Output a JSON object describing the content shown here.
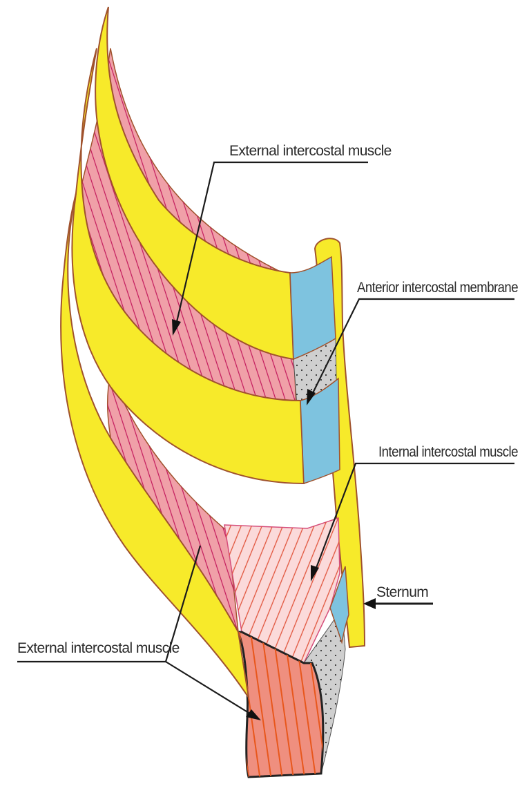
{
  "labels": {
    "external_intercostal_upper": "External intercostal muscle",
    "anterior_intercostal_membrane": "Anterior intercostal membrane",
    "internal_intercostal": "Internal intercostal muscle",
    "sternum": "Sternum",
    "external_intercostal_lower": "External intercostal muscle"
  },
  "colors": {
    "rib": "#f7ea2a",
    "rib_outline": "#a0522d",
    "cartilage": "#7ec3df",
    "external_muscle": "#f0a0a8",
    "external_fibers": "#c2185b",
    "internal_muscle": "#fbdada",
    "internal_fibers": "#e0533a",
    "membrane": "#cfcfcf",
    "lower_external_muscle": "#ef8f7f"
  }
}
